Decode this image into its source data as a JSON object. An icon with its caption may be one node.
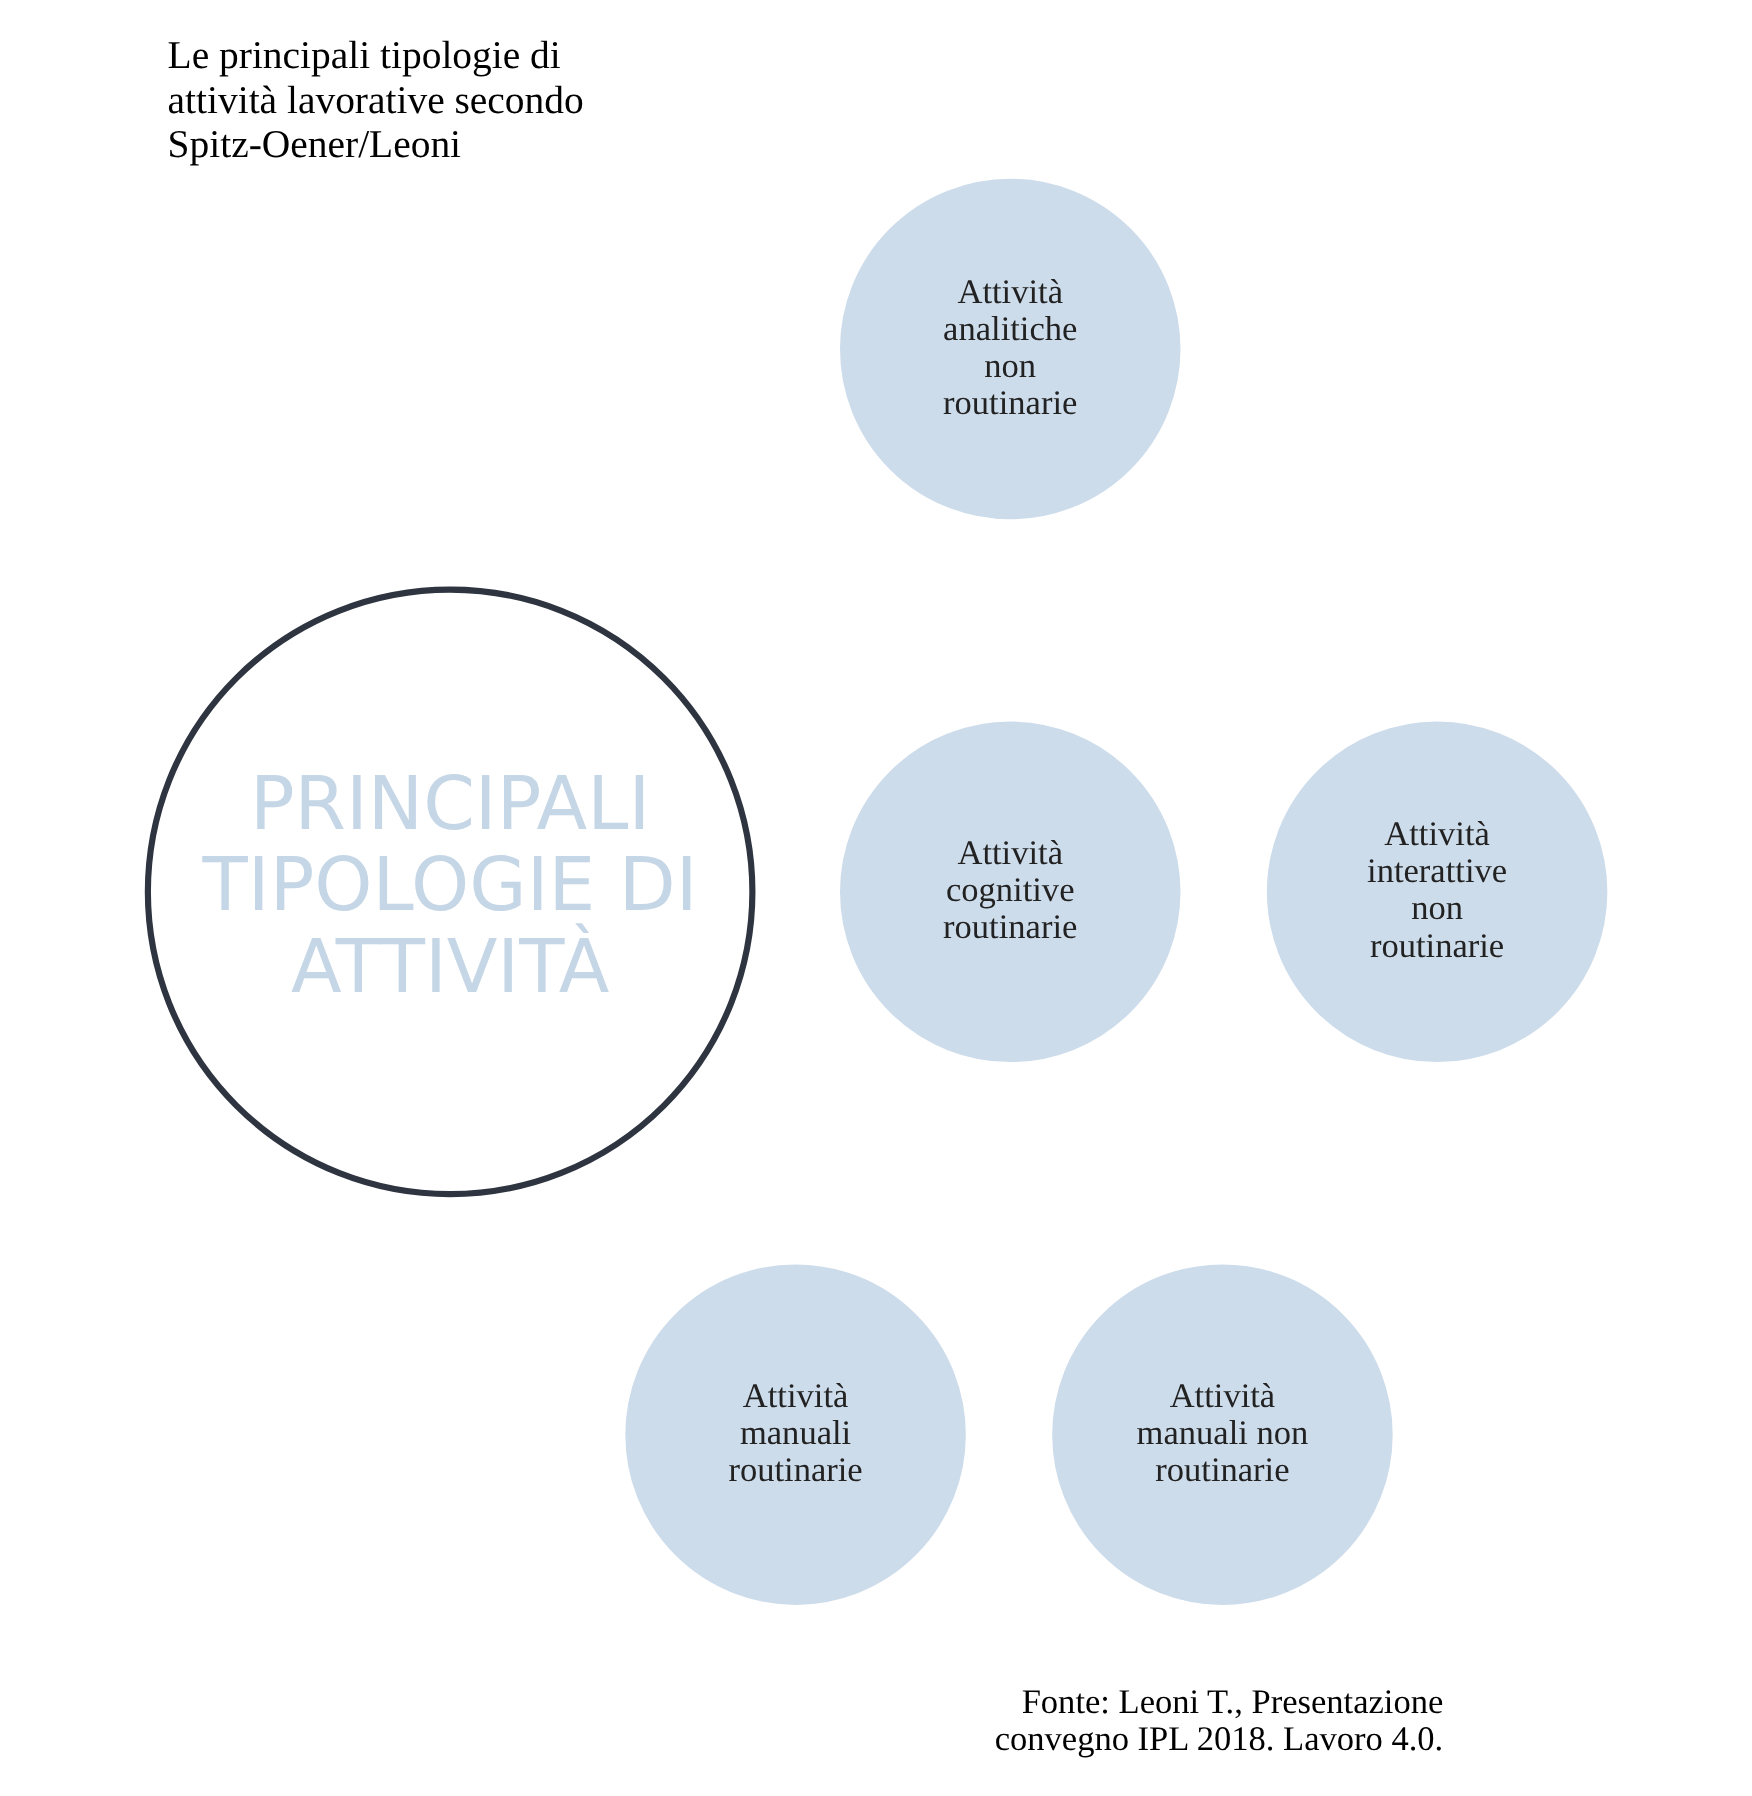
{
  "diagram": {
    "title": "Le principali tipologie di attività lavorative secondo Spitz-Oener/Leoni",
    "caption": "Fonte: Leoni T., Presentazione convegno IPL 2018. Lavoro 4.0.",
    "nodes": [
      {
        "text": [
          "PRINCIPALI TIPOLOGIE DI ATTIVITÀ"
        ]
      },
      {
        "text": [
          "Attività analitiche non routinarie"
        ]
      },
      {
        "text": [
          "Attività cognitive routinarie"
        ]
      },
      {
        "text": [
          "Attività interattive non routinarie"
        ]
      },
      {
        "text": [
          "Attività manuali routinarie"
        ]
      },
      {
        "text": [
          "Attività manuali non routinarie"
        ]
      }
    ]
  }
}
